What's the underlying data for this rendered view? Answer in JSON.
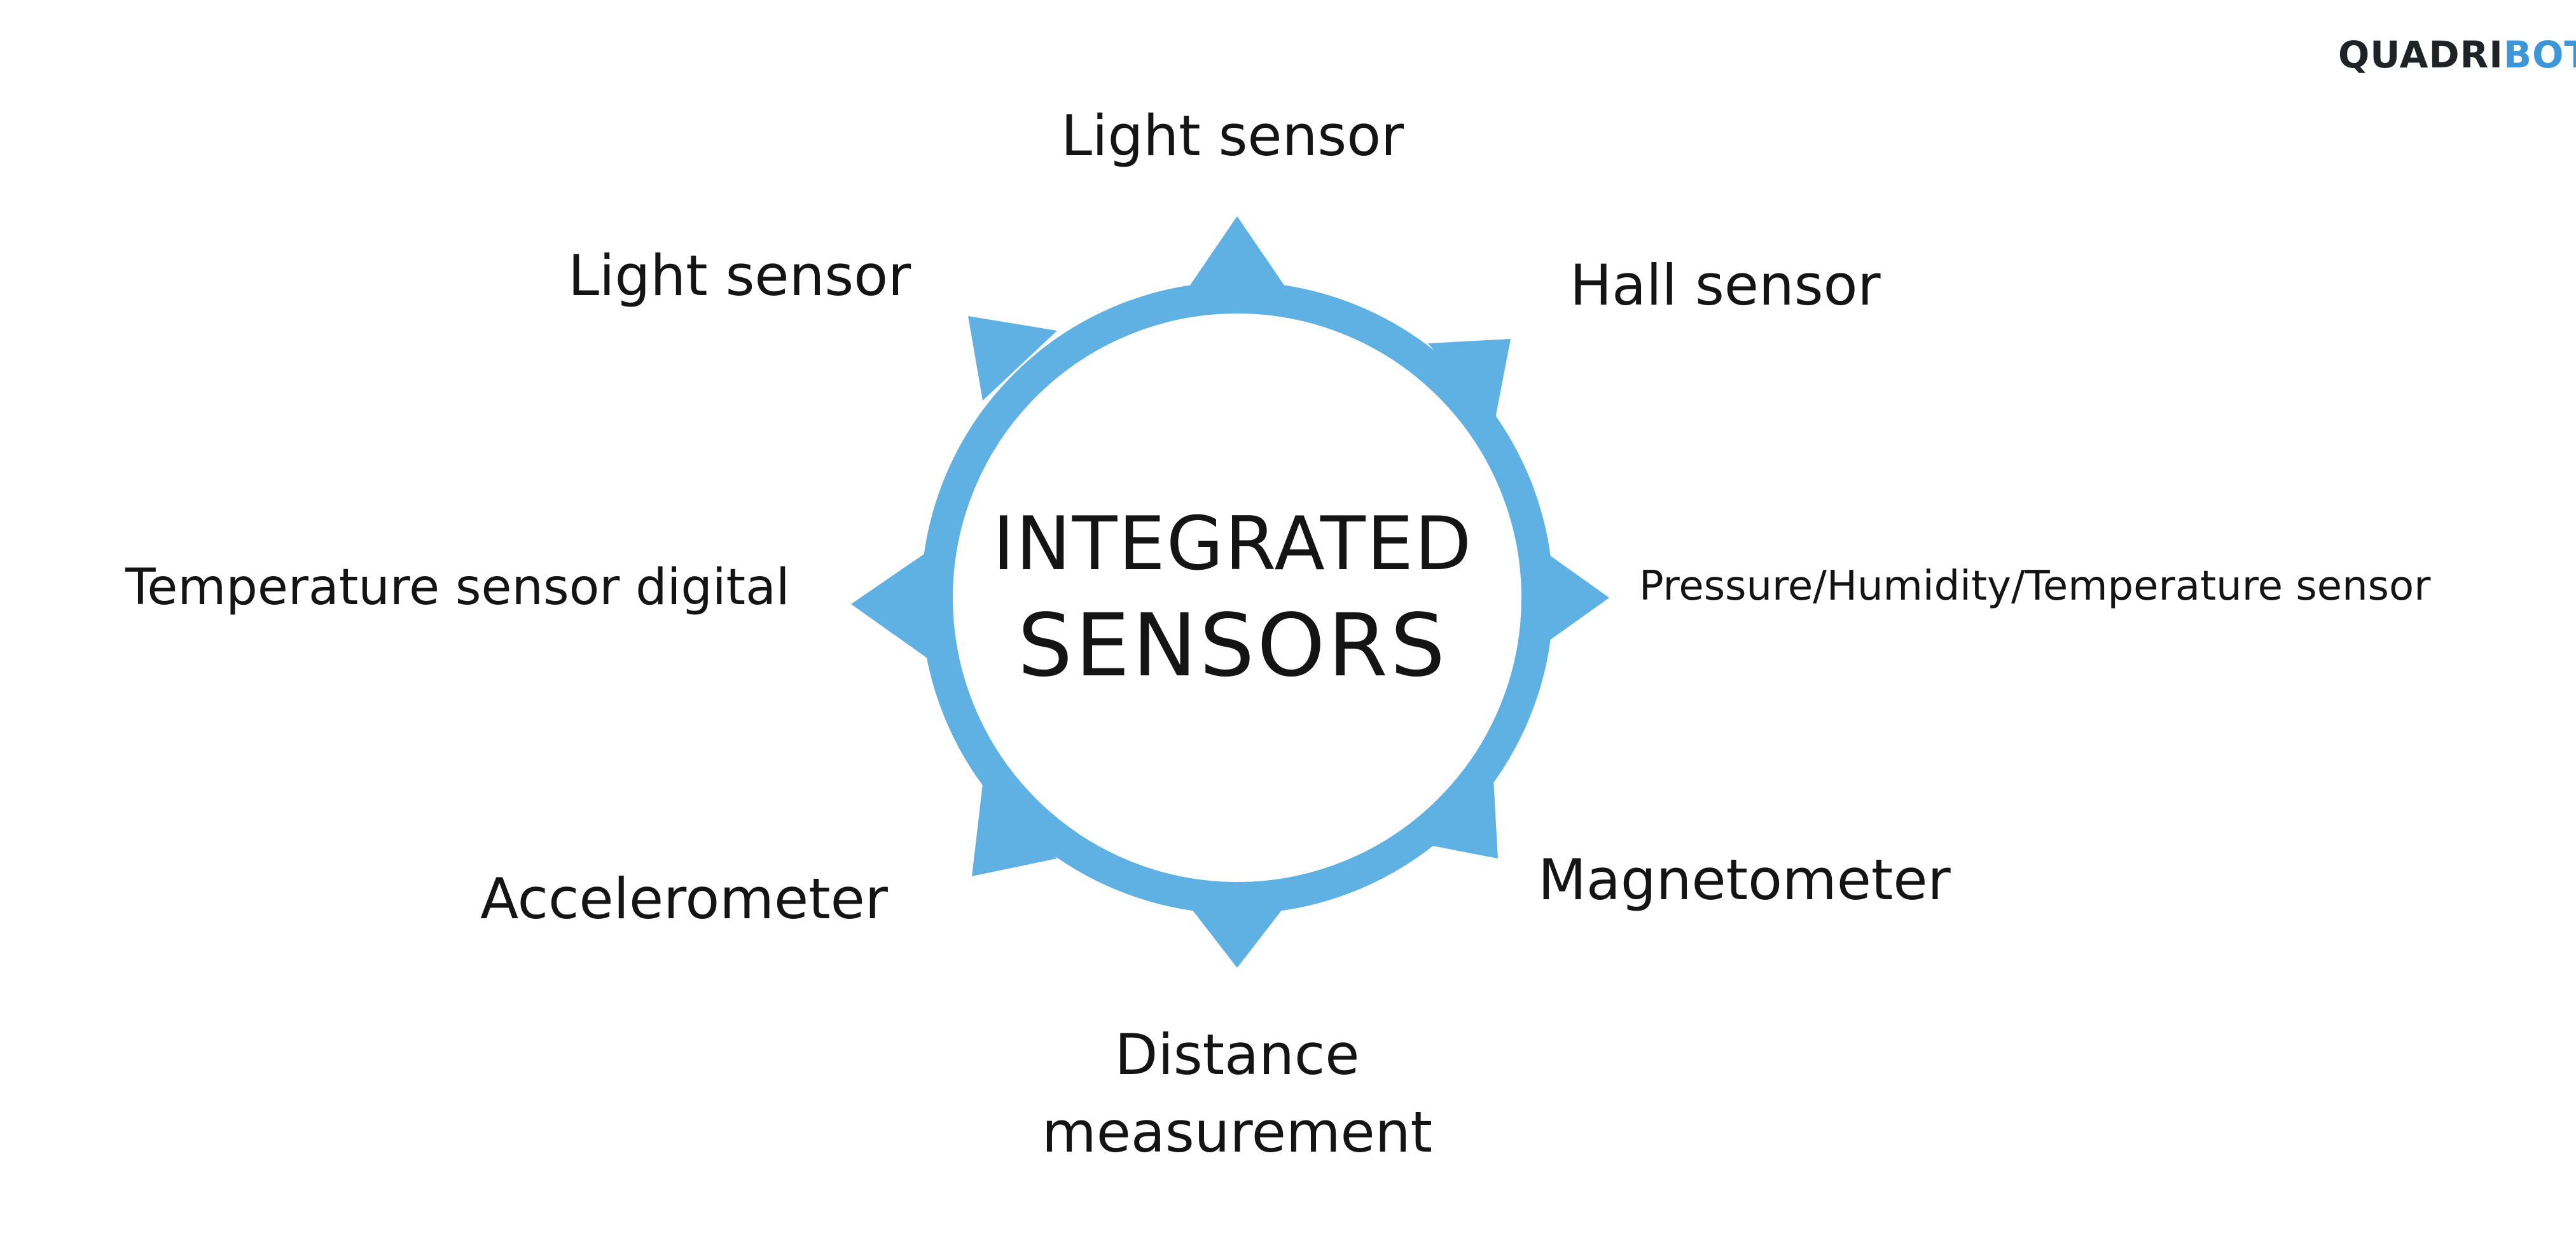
{
  "logo": {
    "part_a": "QUADRI",
    "part_b": "BOT"
  },
  "center": {
    "line1": "INTEGRATED",
    "line2": "SENSORS"
  },
  "labels": {
    "top": "Light sensor",
    "top_left": "Light sensor",
    "top_right": "Hall sensor",
    "left": "Temperature sensor digital",
    "right": "Pressure/Humidity/Temperature sensor",
    "bottom_left": "Accelerometer",
    "bottom_right": "Magnetometer",
    "bottom_line1": "Distance",
    "bottom_line2": "measurement"
  },
  "colors": {
    "accent": "#5fb1e3",
    "logo_dark": "#1f2328",
    "logo_blue": "#3d96d8",
    "text": "#141414",
    "background": "#ffffff"
  }
}
